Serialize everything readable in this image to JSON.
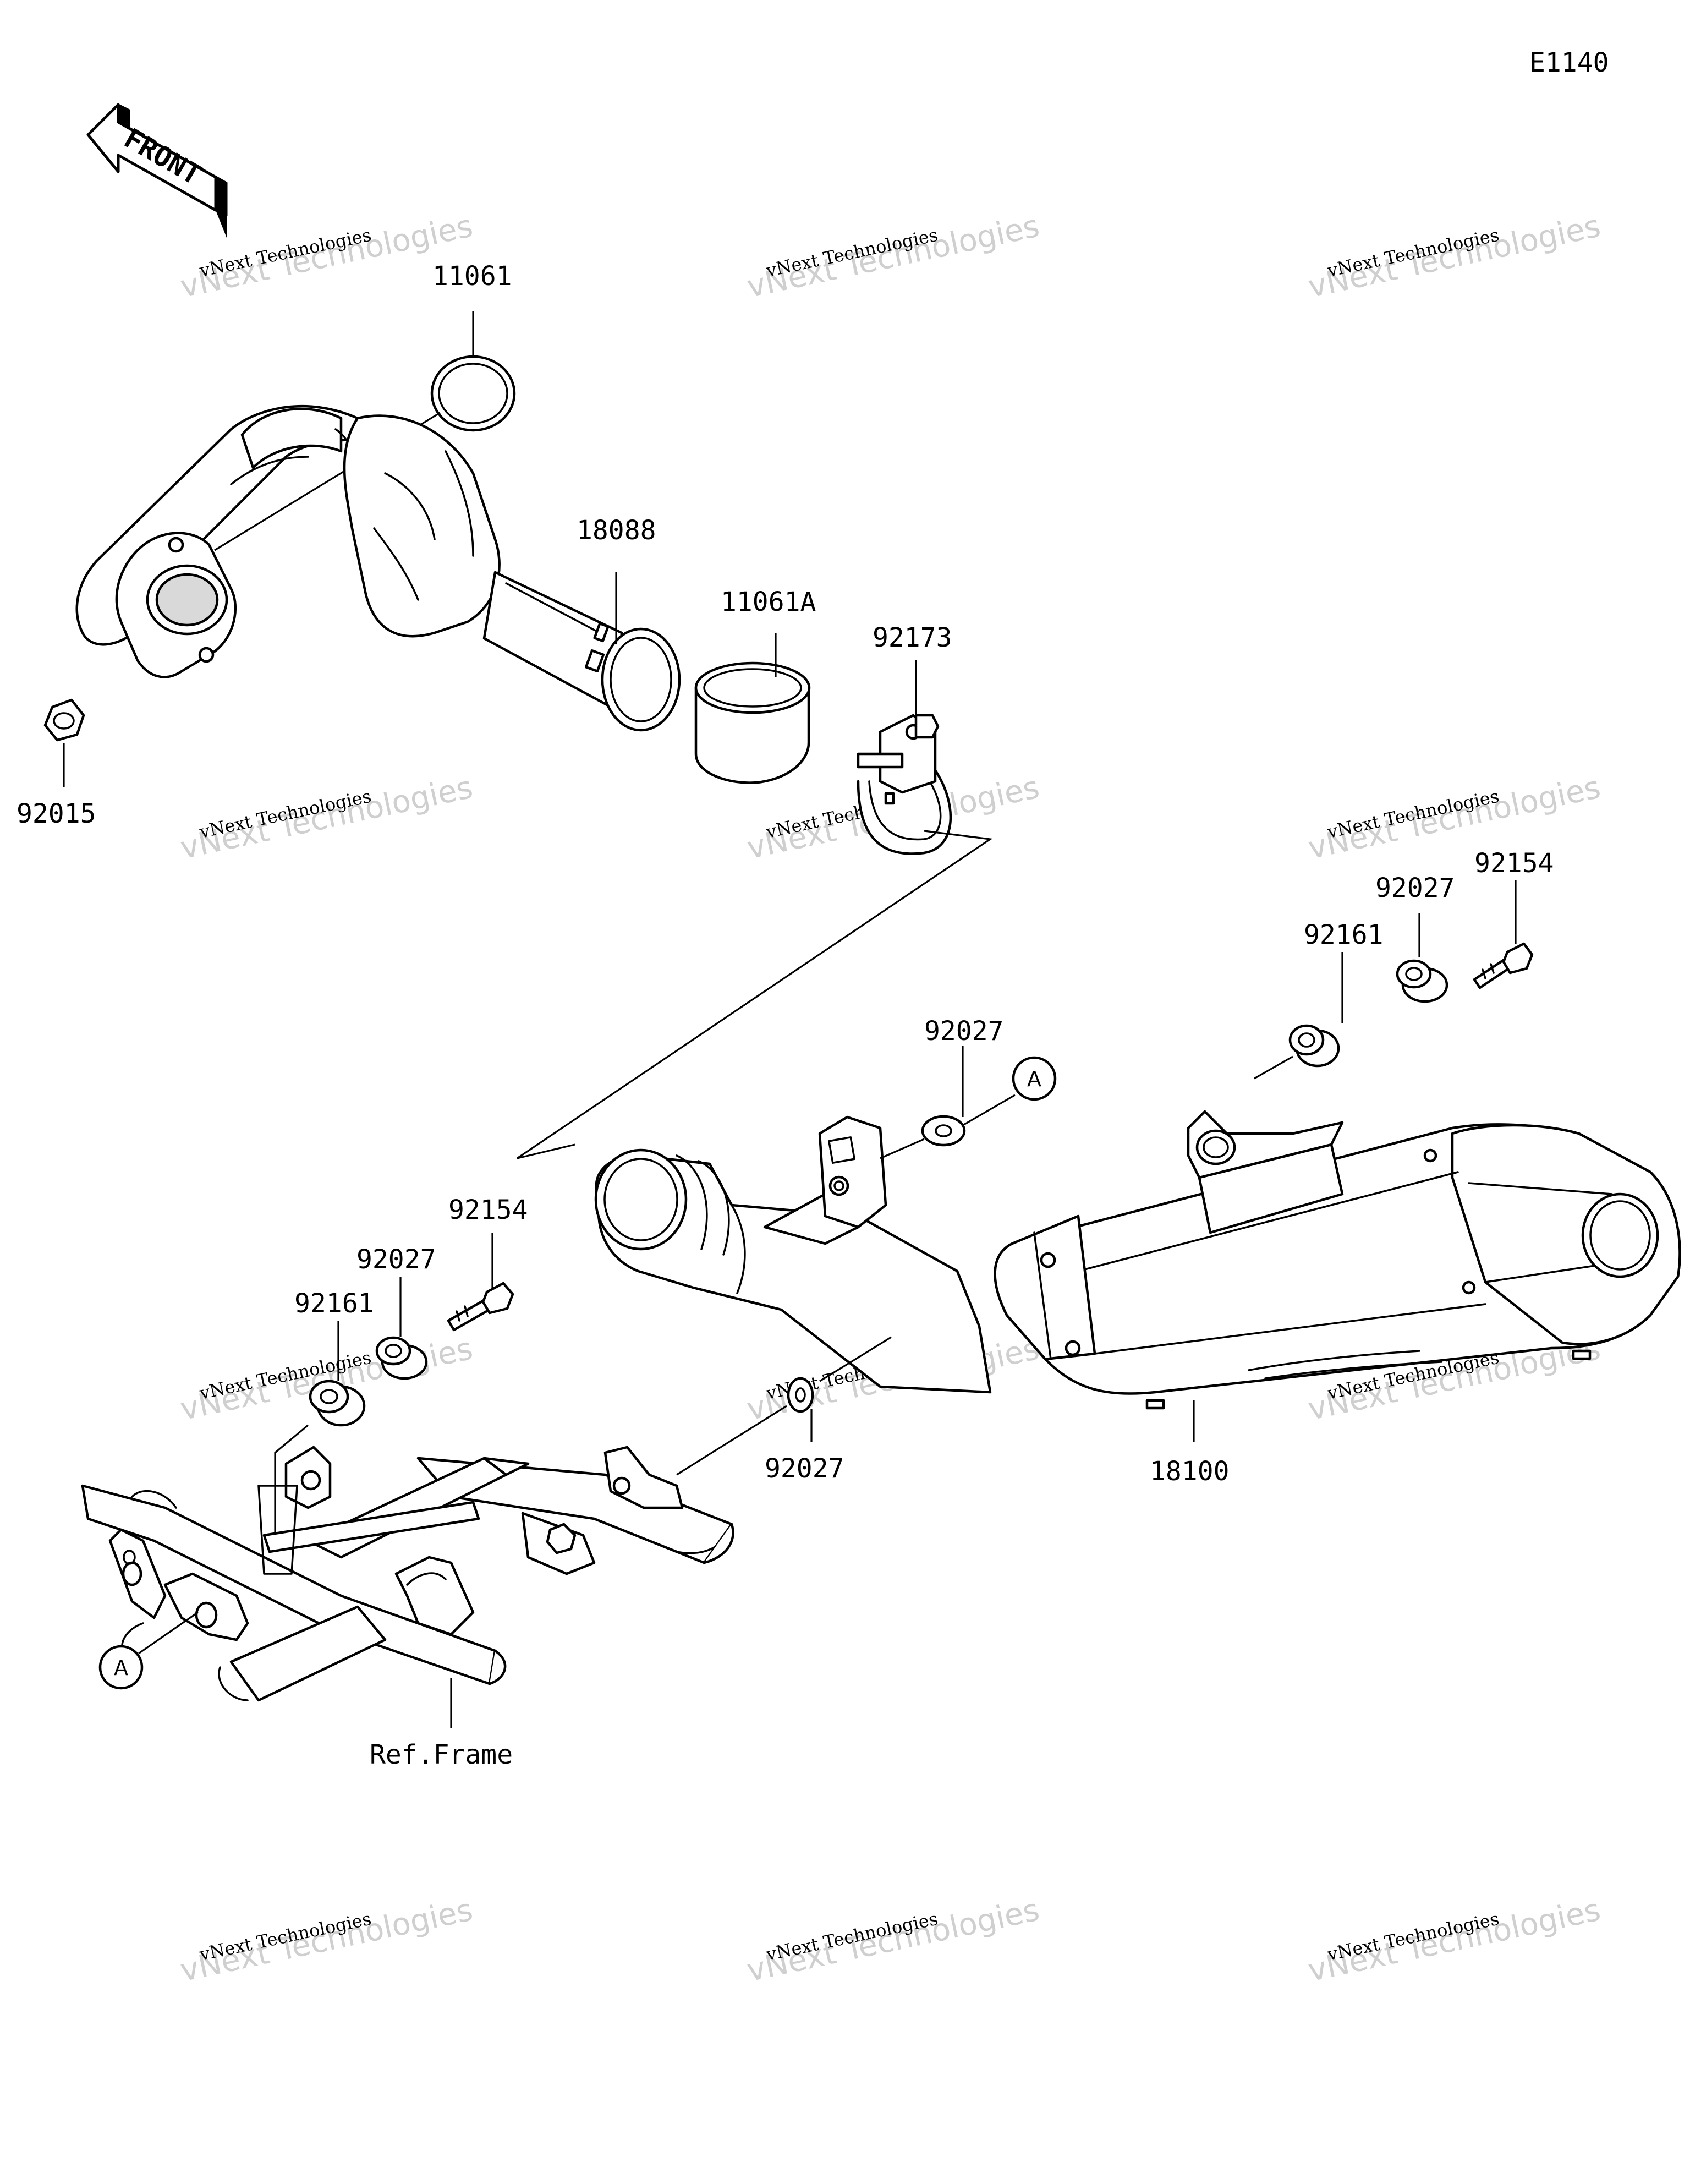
{
  "diagram_code": "E1140",
  "front_label": "FRONT",
  "ref_label": "Ref.Frame",
  "ref_marker": "A",
  "watermark": {
    "line1": "vNext Technologies",
    "line2": "vNext Technologies"
  },
  "part_labels": {
    "p11061": "11061",
    "p18088": "18088",
    "p11061a": "11061A",
    "p92173": "92173",
    "p92015": "92015",
    "p92154_right": "92154",
    "p92027_right": "92027",
    "p92161_right": "92161",
    "p92027_mid": "92027",
    "p92154_left": "92154",
    "p92027_left": "92027",
    "p92161_left": "92161",
    "p92027_lower": "92027",
    "p18100": "18100"
  },
  "colors": {
    "ink": "#000000",
    "paper": "#ffffff",
    "watermark": "#cfcfcf"
  }
}
